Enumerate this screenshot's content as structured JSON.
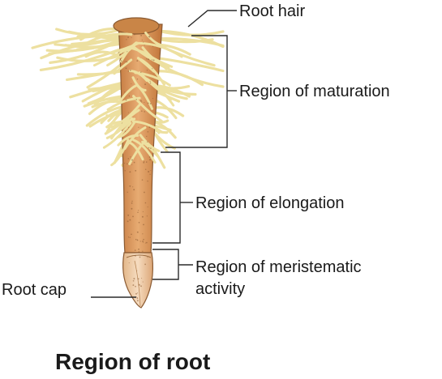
{
  "labels": {
    "root_hair": "Root hair",
    "maturation": "Region of maturation",
    "elongation": "Region of elongation",
    "meristem_line1": "Region of meristematic",
    "meristem_line2": "activity",
    "root_cap": "Root cap"
  },
  "caption": "Region of root",
  "colors": {
    "root_body": "#e0a066",
    "root_shade": "#c97f45",
    "root_outline": "#8a5a32",
    "cap_fill": "#f2d2b0",
    "root_hair": "#ede0a0",
    "root_hair_edge": "#c6b46a",
    "leader_line": "#2a2a2a",
    "text": "#1a1a1a"
  }
}
